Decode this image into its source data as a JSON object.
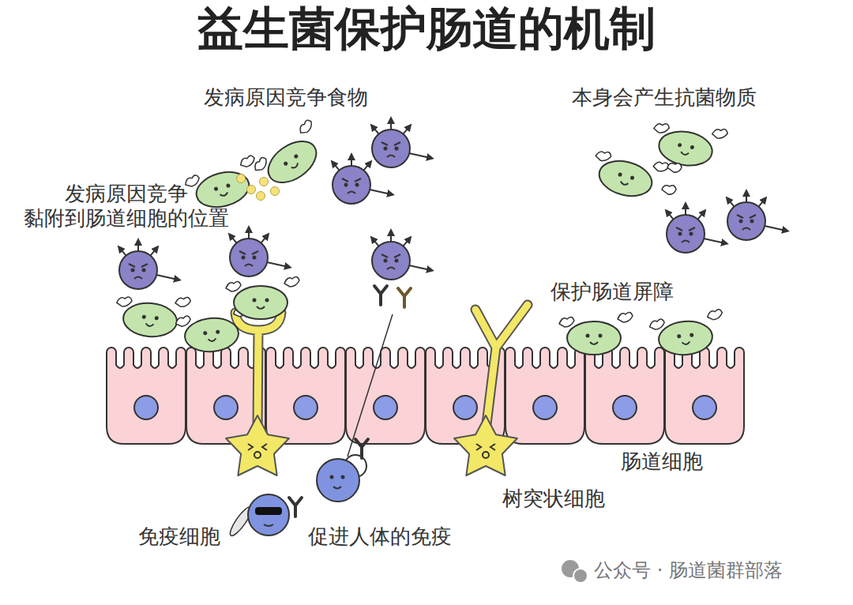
{
  "diagram": {
    "title": "益生菌保护肠道的机制",
    "labels": [
      "发病原因竞争食物",
      "本身会产生抗菌物质",
      "发病原因竞争 黏附到肠道细胞的位置",
      "保护肠道屏障",
      "肠道细胞",
      "树突状细胞",
      "免疫细胞",
      "促进人体的免疫",
      "公众号 · 肠道菌群部落"
    ]
  }
}
